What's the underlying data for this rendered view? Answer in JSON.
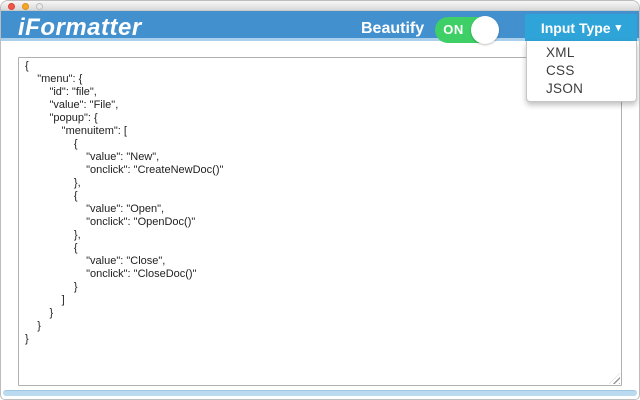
{
  "header": {
    "app_title": "iFormatter",
    "beautify_label": "Beautify",
    "toggle_state": "ON",
    "input_type_label": "Input Type",
    "caret_glyph": "▾"
  },
  "dropdown": {
    "items": [
      {
        "label": "XML"
      },
      {
        "label": "CSS"
      },
      {
        "label": "JSON"
      }
    ]
  },
  "editor": {
    "content": "{\n    \"menu\": {\n        \"id\": \"file\",\n        \"value\": \"File\",\n        \"popup\": {\n            \"menuitem\": [\n                {\n                    \"value\": \"New\",\n                    \"onclick\": \"CreateNewDoc()\"\n                },\n                {\n                    \"value\": \"Open\",\n                    \"onclick\": \"OpenDoc()\"\n                },\n                {\n                    \"value\": \"Close\",\n                    \"onclick\": \"CloseDoc()\"\n                }\n            ]\n        }\n    }\n}"
  },
  "colors": {
    "header_blue": "#4390cf",
    "header_underline": "#a9cfea",
    "button_cyan": "#2fa4d8",
    "toggle_green": "#3ecf66",
    "strip_blue": "#bcdaef"
  }
}
